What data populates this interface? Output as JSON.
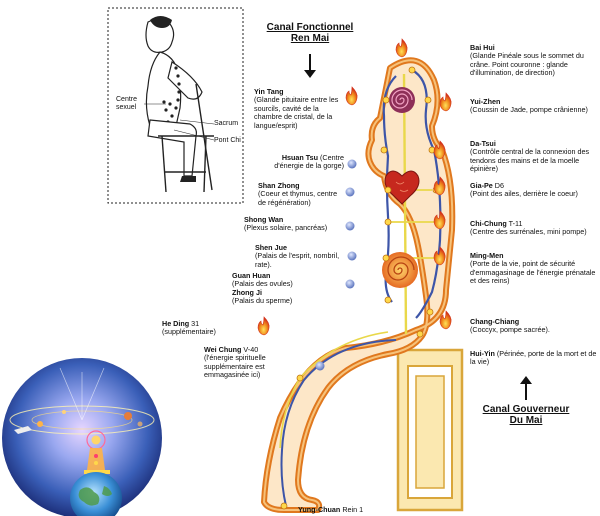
{
  "titles": {
    "ren_mai": [
      "Canal Fonctionnel",
      "Ren Mai"
    ],
    "du_mai": [
      "Canal Gouverneur",
      "Du Mai"
    ]
  },
  "inset_labels": {
    "centre": [
      "Centre",
      "sexuel"
    ],
    "sacrum": "Sacrum",
    "pont": "Pont Chi"
  },
  "right_points": [
    {
      "name": "Bai Hui",
      "desc": "(Glande Pinéale sous le sommet du crâne. Point couronne : glande d'illumination, de direction)"
    },
    {
      "name": "Yui-Zhen",
      "desc": "(Coussin de Jade, pompe crânienne)"
    },
    {
      "name": "Da-Tsui",
      "desc": "(Contrôle central de la connexion des tendons des mains et de la moelle épinière)"
    },
    {
      "name": "Gia-Pe",
      "extra": "D6",
      "desc": "(Point des ailes, derrière le coeur)"
    },
    {
      "name": "Chi-Chung",
      "extra": "T-11",
      "desc": "(Centre des surrénales, mini pompe)"
    },
    {
      "name": "Ming-Men",
      "desc": "(Porte de la vie, point de sécurité d'emmagasinage de l'énergie prénatale et des reins)"
    },
    {
      "name": "Chang-Chiang",
      "desc": "(Coccyx, pompe sacrée)."
    },
    {
      "name": "Hui-Yin",
      "desc": "(Périnée, porte de la mort et de la vie)"
    }
  ],
  "left_points": [
    {
      "name": "Yin Tang",
      "desc": "(Glande pituitaire entre les sourcils, cavité de la chambre de cristal, de la langue/esprit)"
    },
    {
      "name": "Hsuan Tsu",
      "desc": "(Centre d'énergie de la gorge)"
    },
    {
      "name": "Shan Zhong",
      "desc": "(Coeur et thymus, centre de régénération)"
    },
    {
      "name": "Shong Wan",
      "desc": "(Plexus solaire, pancréas)"
    },
    {
      "name": "Shen Jue",
      "desc": "(Palais de l'esprit, nombril, rate)."
    },
    {
      "name": "Guan Huan",
      "desc": "(Palais des ovules)"
    },
    {
      "name": "Zhong Ji",
      "desc": "(Palais du sperme)"
    },
    {
      "name": "He Ding",
      "extra": "31",
      "desc": "(supplémentaire)"
    },
    {
      "name": "Wei Chung",
      "extra": "V-40",
      "desc": "(l'énergie spirituelle supplémentaire est emmagasinée ici)"
    }
  ],
  "bottom_point": {
    "name": "Yung-Chuan",
    "extra": "Rein 1"
  },
  "colors": {
    "flame": "#f08a1c",
    "flame_core": "#d3321a",
    "body_outline": "#e0781e",
    "body_fill": "#fde7c8",
    "channel_blue": "#3d55a8",
    "channel_yellow": "#e9d84a",
    "point_blue": "#6c84c4",
    "chair": "#e0b24a",
    "cosmos": "#3a5fb8"
  }
}
